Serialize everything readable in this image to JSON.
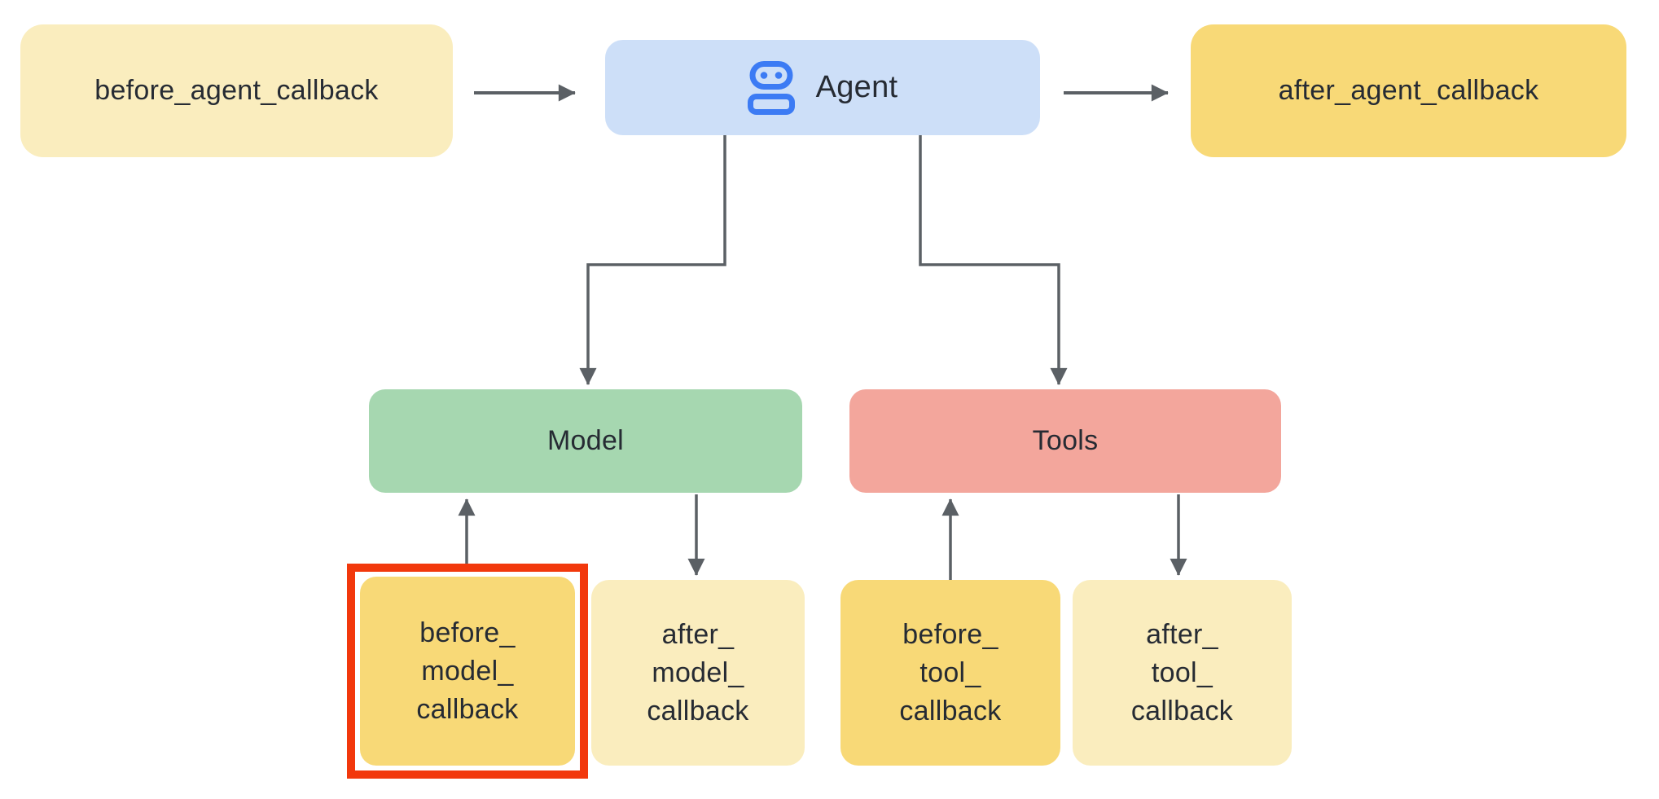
{
  "diagram": {
    "description": "Agent callbacks flow diagram",
    "nodes": {
      "before_agent": {
        "label": "before_agent_callback"
      },
      "agent": {
        "label": "Agent",
        "icon": "robot-icon"
      },
      "after_agent": {
        "label": "after_agent_callback"
      },
      "model": {
        "label": "Model"
      },
      "tools": {
        "label": "Tools"
      },
      "before_model": {
        "lines": [
          "before_",
          "model_",
          "callback"
        ],
        "highlighted": true
      },
      "after_model": {
        "lines": [
          "after_",
          "model_",
          "callback"
        ],
        "highlighted": false
      },
      "before_tool": {
        "lines": [
          "before_",
          "tool_",
          "callback"
        ],
        "highlighted": false
      },
      "after_tool": {
        "lines": [
          "after_",
          "tool_",
          "callback"
        ],
        "highlighted": false
      }
    },
    "edges": [
      {
        "from": "before_agent_callback",
        "to": "Agent"
      },
      {
        "from": "Agent",
        "to": "after_agent_callback"
      },
      {
        "from": "Agent",
        "to": "Model"
      },
      {
        "from": "Agent",
        "to": "Tools"
      },
      {
        "from": "before_model_callback",
        "to": "Model"
      },
      {
        "from": "Model",
        "to": "after_model_callback"
      },
      {
        "from": "before_tool_callback",
        "to": "Tools"
      },
      {
        "from": "Tools",
        "to": "after_tool_callback"
      }
    ],
    "colors": {
      "pale_yellow": "#FAEDBE",
      "saturated_yellow": "#F8D977",
      "agent_blue_bg": "#CDDFF8",
      "icon_blue": "#3C7BF4",
      "model_green": "#A6D7B0",
      "tools_salmon": "#F3A69C",
      "arrow_gray": "#5B6065",
      "text_dark": "#262B33",
      "highlight_red": "#F2380C",
      "background": "#FFFFFF"
    }
  }
}
